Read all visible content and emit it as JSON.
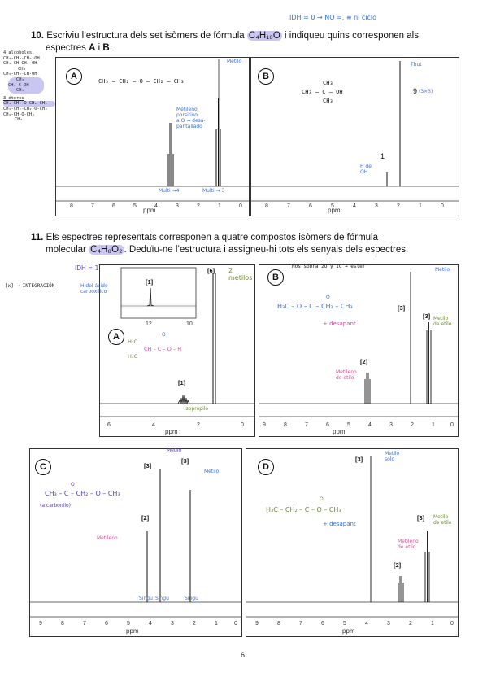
{
  "q10": {
    "number": "10.",
    "text_a": "Escriviu l’estructura dels set isòmers de fórmula",
    "formula": "C₄H₁₀O",
    "text_b": "i indiqueu quins corresponen als",
    "text_c": "espectres",
    "bold_a": "A",
    "connector": "i",
    "bold_b": "B",
    "period": ".",
    "note_top": "IDH = 0  → NO =, ≡ ni ciclo",
    "margin_notes": {
      "alcohols_title": "4 alcoholes",
      "alcohols": [
        "CH₃-CH₂-CH₂-OH",
        "CH₃-CH-CH₂-OH",
        "CH₃",
        "CH₃-CH₂-CH-OH",
        "CH₃",
        "CH₃-C-OH",
        "CH₃"
      ],
      "ethers_title": "3 éteres",
      "ethers": [
        "CH₃-CH₂-O-CH₂-CH₃",
        "CH₃-CH₂-CH₂-O-CH₃",
        "CH₃-CH-O-CH₃",
        "CH₃"
      ]
    },
    "spec_a": {
      "label": "A",
      "structure": "CH₃ – CH₂ – O – CH₂ – CH₃",
      "note_methylene": "Metileno\nporsitivo\na O → desa-\npantallado",
      "note_methyl": "Metilo",
      "note_mult1": "Multi →4",
      "note_mult2": "Multi → 3",
      "xticks": [
        "8",
        "7",
        "6",
        "5",
        "4",
        "3",
        "2",
        "1",
        "0"
      ],
      "xlabel": "ppm"
    },
    "spec_b": {
      "label": "B",
      "structure_top": "CH₃",
      "structure_mid": "CH₃ – C – OH",
      "structure_bot": "CH₃",
      "note_tbut": "Tbut",
      "int_9": "9",
      "int_9_note": "(3×3)",
      "int_1": "1",
      "note_oh": "H de\nOH",
      "xticks": [
        "8",
        "7",
        "6",
        "5",
        "4",
        "3",
        "2",
        "1",
        "0"
      ],
      "xlabel": "ppm"
    }
  },
  "q11": {
    "number": "11.",
    "text_line1": "Els espectres representats corresponen a quatre compostos isòmers de fórmula",
    "text_line2a": "molecular",
    "formula": "C₄H₈O₂",
    "text_line2b": ". Deduïu-ne l’estructura i assigneu-hi tots els senyals dels espectres.",
    "note_idh": "IDH = 1",
    "note_integration": "[x] → INTEGRACIÓN",
    "spec_a": {
      "label": "A",
      "inset_int": "[1]",
      "inset_ticks": [
        "12",
        "10"
      ],
      "inset_note": "H del ácido\ncarboxílico",
      "int_6": "[6]",
      "int_1": "[1]",
      "note_2methyl": "2 metilos",
      "note_isopropyl": "isopropilo",
      "struct_h3c_top": "H₃C",
      "struct_ch": "CH – C – O – H",
      "struct_o": "O",
      "struct_h3c_bot": "H₃C",
      "xticks": [
        "6",
        "4",
        "2",
        "0"
      ],
      "xlabel": "ppm"
    },
    "spec_b": {
      "label": "B",
      "note_top": "Nos sobra 2O y 1C → éster",
      "structure": "H₃C – O – C – CH₂ – CH₃",
      "struct_o": "O",
      "note_desap": "+ desapant",
      "int_3a": "[3]",
      "int_3b": "[3]",
      "int_2": "[2]",
      "note_metilo": "Metilo",
      "note_metilo_etilo": "Metilo\nde etilo",
      "note_metileno": "Metileno\nde etilo",
      "xticks": [
        "9",
        "8",
        "7",
        "6",
        "5",
        "4",
        "3",
        "2",
        "1",
        "0"
      ],
      "xlabel": "ppm"
    },
    "spec_c": {
      "label": "C",
      "structure": "CH₃ – C – CH₂ – O – CH₃",
      "struct_o": "O",
      "note_carbonilo": "(a carbonilo)",
      "note_metilo_top": "Metilo",
      "note_metilo_right": "Metilo",
      "note_metileno": "Metileno",
      "int_3a": "[3]",
      "int_3b": "[3]",
      "int_2": "[2]",
      "note_singlets": [
        "Singu",
        "Singu",
        "Singu"
      ],
      "xticks": [
        "9",
        "8",
        "7",
        "6",
        "5",
        "4",
        "3",
        "2",
        "1",
        "0"
      ],
      "xlabel": "ppm"
    },
    "spec_d": {
      "label": "D",
      "structure": "H₃C – CH₂ – C – O – CH₃",
      "struct_o": "O",
      "note_desap": "+ desapant",
      "note_metilo_solo": "Metilo\nsolo",
      "note_metileno": "Metileno\nde etilo",
      "note_metilo_etilo": "Metilo\nde etilo",
      "int_3a": "[3]",
      "int_3b": "[3]",
      "int_2": "[2]",
      "xticks": [
        "9",
        "8",
        "7",
        "6",
        "5",
        "4",
        "3",
        "2",
        "1",
        "0"
      ],
      "xlabel": "ppm"
    }
  },
  "page_number": "6"
}
